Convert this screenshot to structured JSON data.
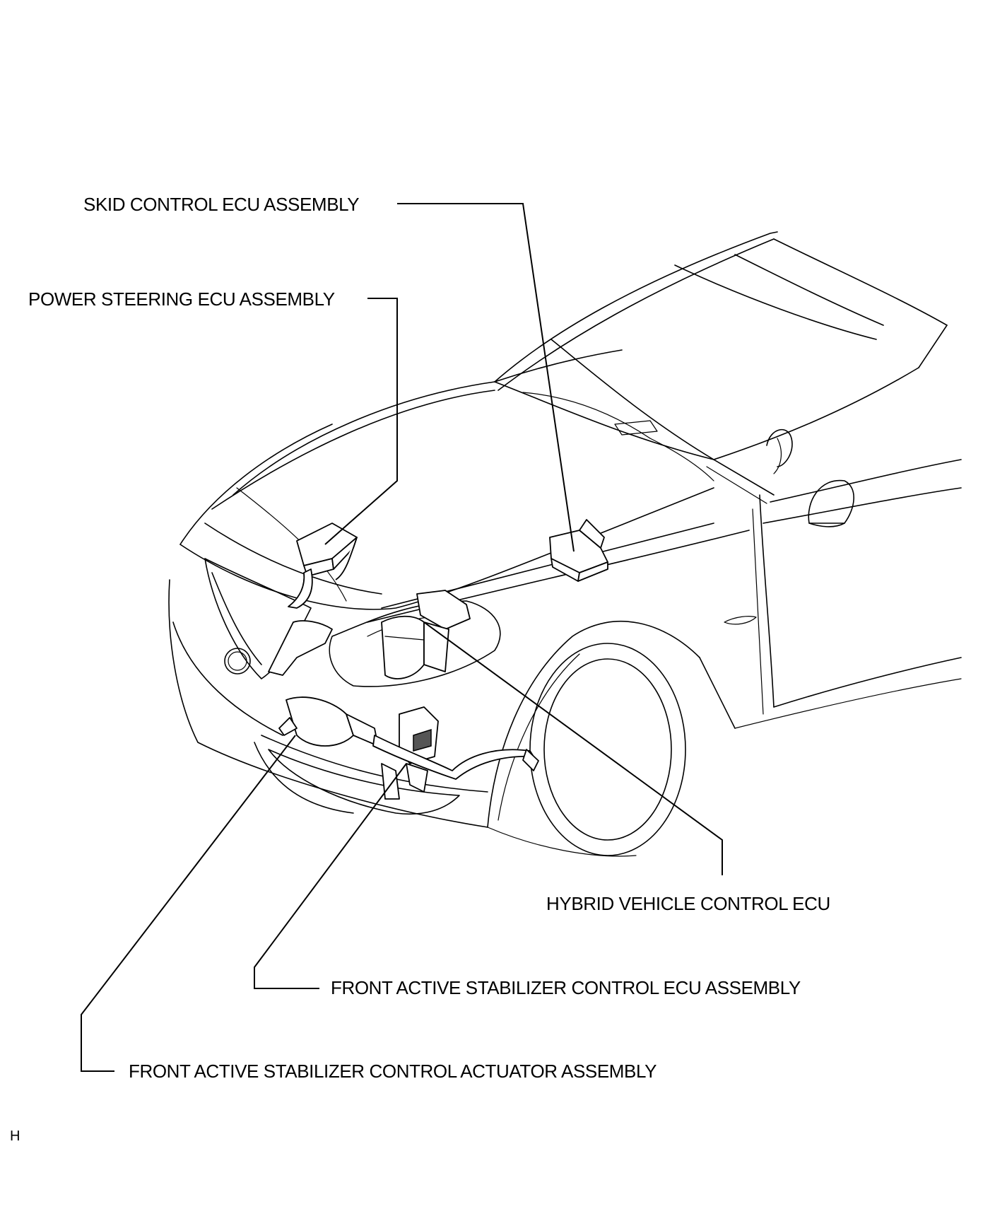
{
  "labels": {
    "skid_control": "SKID CONTROL ECU ASSEMBLY",
    "power_steering": "POWER STEERING ECU ASSEMBLY",
    "hybrid_vehicle": "HYBRID VEHICLE CONTROL ECU",
    "stabilizer_ecu": "FRONT ACTIVE STABILIZER CONTROL ECU ASSEMBLY",
    "stabilizer_actuator": "FRONT ACTIVE STABILIZER CONTROL ACTUATOR ASSEMBLY"
  },
  "corner_mark": "H"
}
